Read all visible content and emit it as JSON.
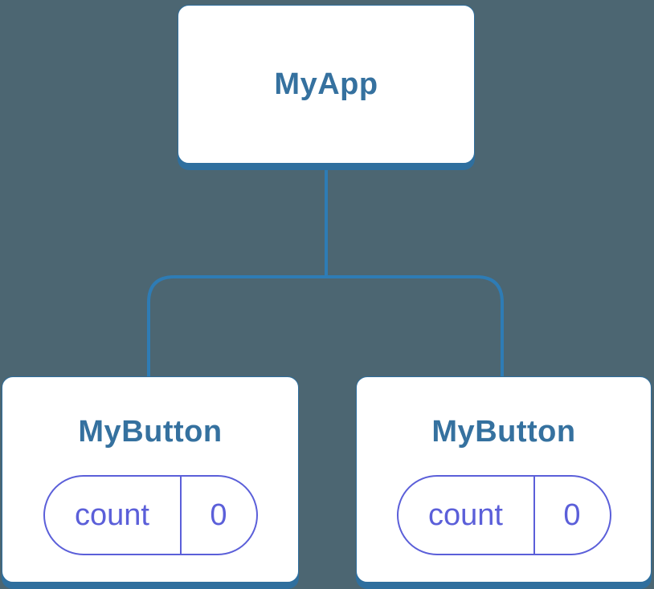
{
  "diagram": {
    "description": "Component tree diagram: root component with two child components holding state",
    "colors": {
      "background": "#4C6672",
      "line": "#2E7CB5",
      "shadow": "#2F6F9E",
      "title": "#35719F",
      "state": "#5B5FD9"
    },
    "root": {
      "title": "MyApp"
    },
    "children": [
      {
        "title": "MyButton",
        "state": {
          "label": "count",
          "value": "0"
        }
      },
      {
        "title": "MyButton",
        "state": {
          "label": "count",
          "value": "0"
        }
      }
    ]
  }
}
